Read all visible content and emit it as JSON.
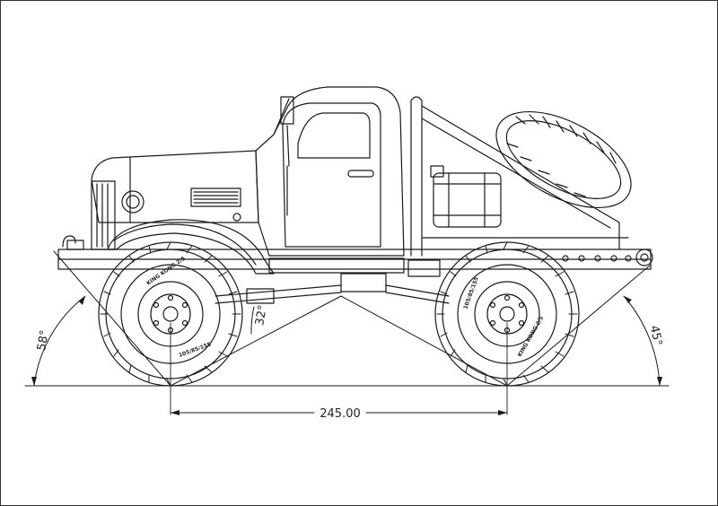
{
  "drawing": {
    "wheelbase_label": "245.00",
    "approach_angle_label": "58°",
    "departure_angle_label": "45°",
    "breakover_angle_label": "32°"
  },
  "tires": {
    "front_outer_text": "KING KONG 2/5",
    "front_inner_text": "105/85/155",
    "rear_outer_text": "KING KONG 2/5",
    "rear_inner_text": "105/85/155"
  },
  "colors": {
    "line": "#1a1a1a",
    "background": "#ffffff"
  }
}
